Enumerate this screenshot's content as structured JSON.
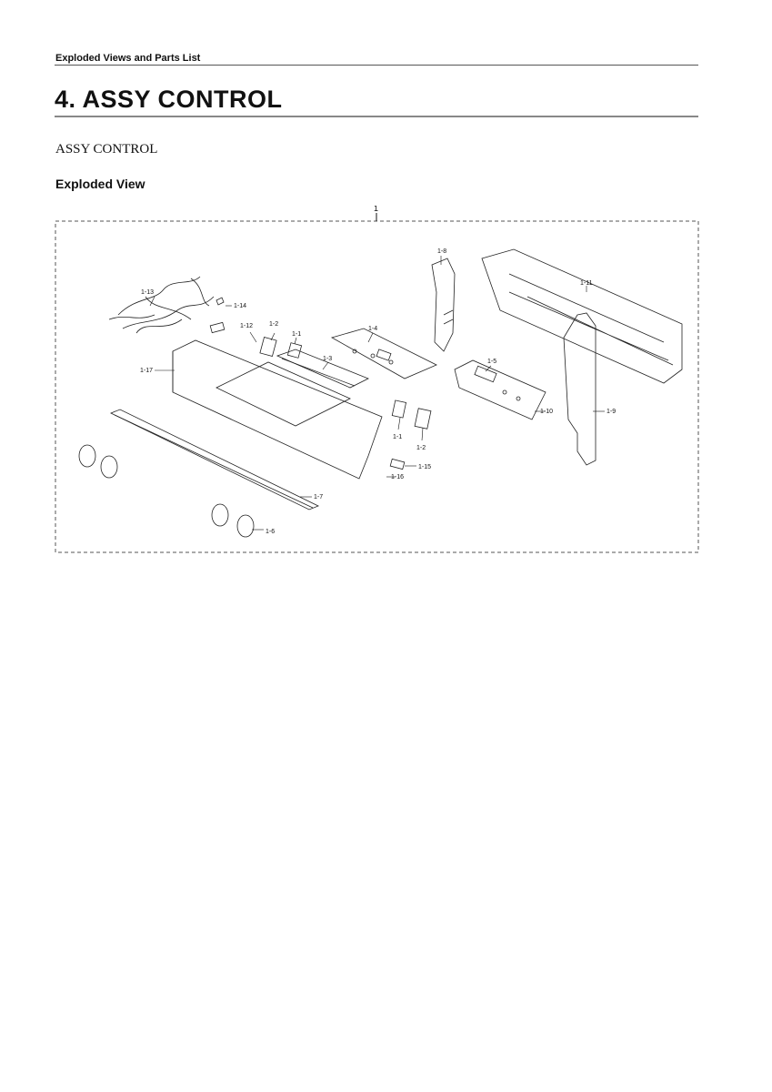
{
  "header": {
    "label": "Exploded Views and Parts List"
  },
  "section": {
    "title": "4.  ASSY CONTROL"
  },
  "subtitle": "ASSY CONTROL",
  "subheading": "Exploded View",
  "diagram": {
    "assembly_label": "1",
    "parts": [
      "1-8",
      "1-11",
      "1-13",
      "1-14",
      "1-12",
      "1-2",
      "1-1",
      "1-4",
      "1-17",
      "1-3",
      "1-5",
      "1-10",
      "1-9",
      "1-1",
      "1-2",
      "1-15",
      "1-16",
      "1-7",
      "1-6"
    ]
  }
}
